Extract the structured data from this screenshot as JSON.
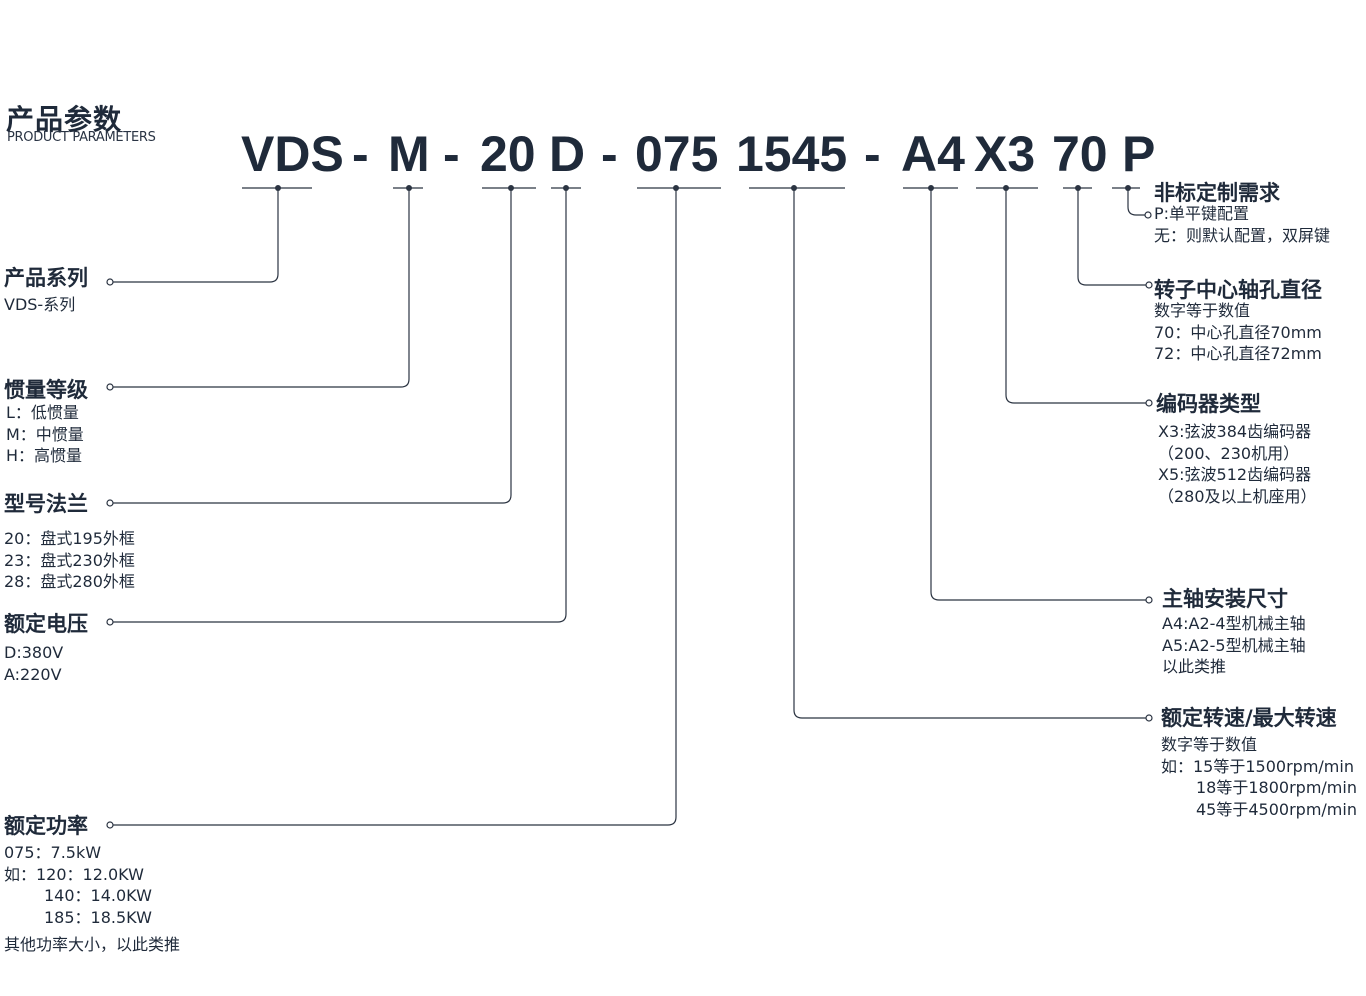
{
  "header": {
    "title_cn": "产品参数",
    "title_en": "PRODUCT PARAMETERS"
  },
  "model_code": {
    "seg_vds": "VDS",
    "seg_m": "M",
    "seg_20": "20",
    "seg_d": "D",
    "seg_075": "075",
    "seg_1545": "1545",
    "seg_a4": "A4",
    "seg_x3": "X3",
    "seg_70": "70",
    "seg_p": "P",
    "dash": "-"
  },
  "left_items": {
    "series": {
      "title": "产品系列",
      "lines": [
        "VDS-系列"
      ]
    },
    "inertia": {
      "title": "惯量等级",
      "lines": [
        "L：低惯量",
        "M：中惯量",
        "H：高惯量"
      ]
    },
    "flange": {
      "title": "型号法兰",
      "lines": [
        "20：盘式195外框",
        "23：盘式230外框",
        "28：盘式280外框"
      ]
    },
    "voltage": {
      "title": "额定电压",
      "lines": [
        "D:380V",
        "A:220V"
      ]
    },
    "power": {
      "title": "额定功率",
      "lines": [
        "075：7.5kW",
        "如：120：12.0KW",
        "140：14.0KW",
        "185：18.5KW"
      ],
      "note": "其他功率大小，以此类推"
    }
  },
  "right_items": {
    "custom": {
      "title": "非标定制需求",
      "lines": [
        "P:单平键配置",
        "无：则默认配置，双屏键"
      ]
    },
    "bore": {
      "title": "转子中心轴孔直径",
      "lines": [
        "数字等于数值",
        "70：中心孔直径70mm",
        "72：中心孔直径72mm"
      ]
    },
    "encoder": {
      "title": "编码器类型",
      "lines": [
        "X3:弦波384齿编码器",
        "（200、230机用）",
        "X5:弦波512齿编码器",
        "（280及以上机座用）"
      ]
    },
    "spindle": {
      "title": "主轴安装尺寸",
      "lines": [
        "A4:A2-4型机械主轴",
        "A5:A2-5型机械主轴",
        "以此类推"
      ]
    },
    "speed": {
      "title": "额定转速/最大转速",
      "lines": [
        "数字等于数值",
        "如：15等于1500rpm/min",
        "18等于1800rpm/min",
        "45等于4500rpm/min"
      ]
    }
  },
  "colors": {
    "ink": "#1f2a3a",
    "line": "#2b3442"
  }
}
